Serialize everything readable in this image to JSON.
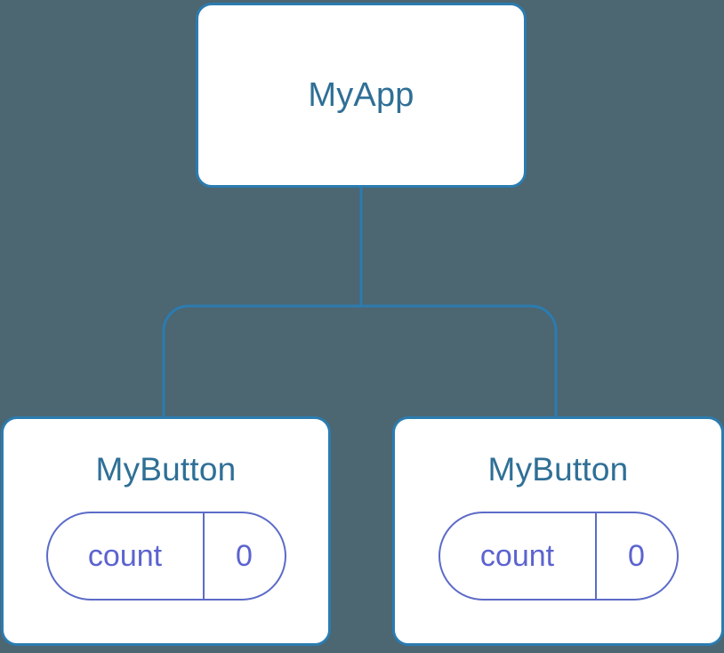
{
  "diagram": {
    "type": "component-tree",
    "background_color": "#4c6672",
    "node_fill": "#ffffff",
    "node_border_color": "#2b7cb0",
    "node_label_color": "#2f6f96",
    "edge_color": "#2b7cb0",
    "state_pill_color": "#5c6bc8",
    "state_text_color": "#5c63d0",
    "root": {
      "label": "MyApp"
    },
    "children": [
      {
        "label": "MyButton",
        "state": {
          "key": "count",
          "value": "0"
        }
      },
      {
        "label": "MyButton",
        "state": {
          "key": "count",
          "value": "0"
        }
      }
    ]
  }
}
